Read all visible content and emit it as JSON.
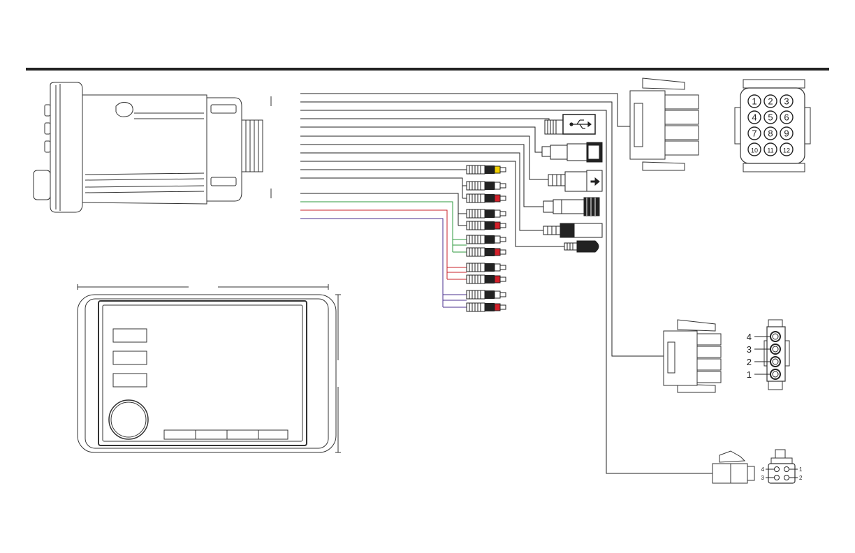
{
  "connector_12pin": {
    "pins": [
      "1",
      "2",
      "3",
      "4",
      "5",
      "6",
      "7",
      "8",
      "9",
      "10",
      "11",
      "12"
    ]
  },
  "connector_4pin": {
    "pins": [
      "4",
      "3",
      "2",
      "1"
    ]
  },
  "connector_small": {
    "pins_left": [
      "4",
      "3"
    ],
    "pins_right": [
      "1",
      "2"
    ]
  },
  "rca_plugs": [
    {
      "tip_color": "#f2d000"
    },
    {
      "tip_color": "#ffffff"
    },
    {
      "tip_color": "#d4202a"
    },
    {
      "tip_color": "#ffffff"
    },
    {
      "tip_color": "#d4202a"
    },
    {
      "tip_color": "#ffffff"
    },
    {
      "tip_color": "#d4202a"
    },
    {
      "tip_color": "#ffffff"
    },
    {
      "tip_color": "#d4202a"
    },
    {
      "tip_color": "#ffffff"
    },
    {
      "tip_color": "#d4202a"
    }
  ],
  "wire_colors": {
    "default": "#222222",
    "green": "#2e9a3e",
    "red": "#c8202a",
    "purple": "#4a2f8f"
  },
  "icons": [
    "usb-icon",
    "arrow-right-icon"
  ]
}
